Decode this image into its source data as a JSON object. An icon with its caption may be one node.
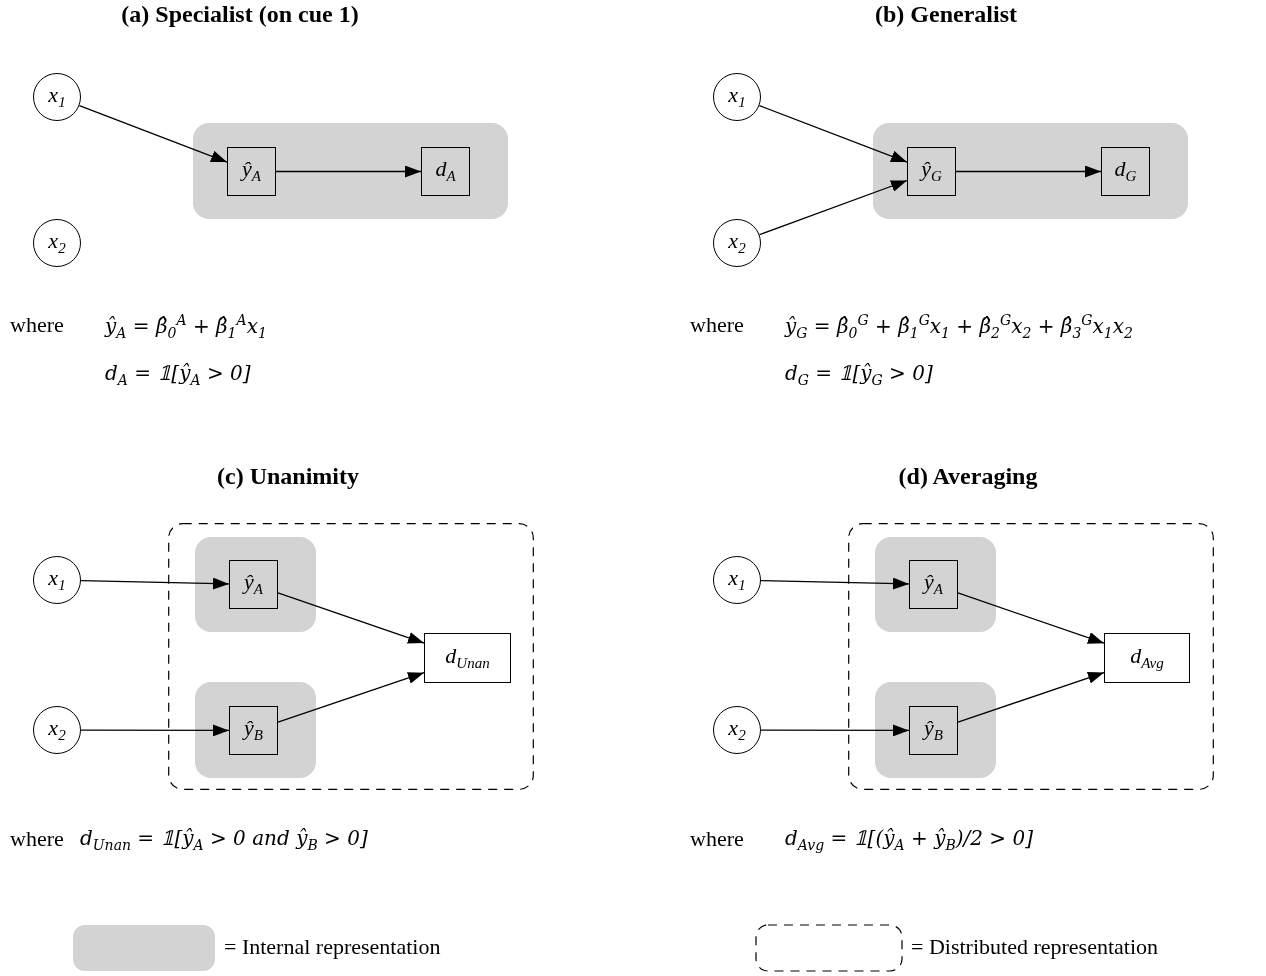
{
  "diagram": {
    "nodes": [
      {
        "text": [
          "x$_{1}$"
        ]
      },
      {
        "text": [
          "x$_{2}$"
        ]
      },
      {
        "text": [],
        "shape": "band"
      },
      {
        "text": [
          "ŷ$_{A}$"
        ],
        "in": 2
      },
      {
        "text": [
          "d$_{A}$"
        ],
        "in": 2
      },
      {
        "text": [
          "x$_{1}$"
        ]
      },
      {
        "text": [
          "x$_{2}$"
        ]
      },
      {
        "text": [],
        "shape": "band"
      },
      {
        "text": [
          "ŷ$_{G}$"
        ],
        "in": 7
      },
      {
        "text": [
          "d$_{G}$"
        ],
        "in": 7
      },
      {
        "text": [
          "x$_{1}$"
        ]
      },
      {
        "text": [
          "x$_{2}$"
        ]
      },
      {
        "text": [],
        "shape": "box"
      },
      {
        "text": [],
        "shape": "band",
        "in": 12
      },
      {
        "text": [
          "ŷ$_{A}$"
        ],
        "in": 13
      },
      {
        "text": [],
        "shape": "band",
        "in": 12
      },
      {
        "text": [
          "ŷ$_{B}$"
        ],
        "in": 15
      },
      {
        "text": [
          "d$_{Unan}$"
        ],
        "in": 12
      },
      {
        "text": [
          "x$_{1}$"
        ]
      },
      {
        "text": [
          "x$_{2}$"
        ]
      },
      {
        "text": [],
        "shape": "box"
      },
      {
        "text": [],
        "shape": "band",
        "in": 20
      },
      {
        "text": [
          "ŷ$_{A}$"
        ],
        "in": 21
      },
      {
        "text": [],
        "shape": "band",
        "in": 20
      },
      {
        "text": [
          "ŷ$_{B}$"
        ],
        "in": 23
      },
      {
        "text": [
          "d$_{Avg}$"
        ],
        "in": 20
      }
    ],
    "edges": [
      {
        "from": 0,
        "to": 3,
        "arrow": "to"
      },
      {
        "from": 3,
        "to": 4,
        "arrow": "to"
      },
      {
        "from": 5,
        "to": 8,
        "arrow": "to"
      },
      {
        "from": 6,
        "to": 8,
        "arrow": "to"
      },
      {
        "from": 8,
        "to": 9,
        "arrow": "to"
      },
      {
        "from": 10,
        "to": 14,
        "arrow": "to"
      },
      {
        "from": 11,
        "to": 16,
        "arrow": "to"
      },
      {
        "from": 14,
        "to": 17,
        "arrow": "to"
      },
      {
        "from": 16,
        "to": 17,
        "arrow": "to"
      },
      {
        "from": 18,
        "to": 22,
        "arrow": "to"
      },
      {
        "from": 19,
        "to": 24,
        "arrow": "to"
      },
      {
        "from": 22,
        "to": 25,
        "arrow": "to"
      },
      {
        "from": 24,
        "to": 25,
        "arrow": "to"
      }
    ],
    "labels": [
      "(a) Specialist (on cue 1)",
      "(b) Generalist",
      "where",
      "ŷ$_{A}$ = β̂$_{0}$$^{A}$ + β̂$_{1}$$^{A}$x$_{1}$",
      "where",
      "ŷ$_{G}$ = β̂$_{0}$$^{G}$ + β̂$_{1}$$^{G}$x$_{1}$ + β̂$_{2}$$^{G}$x$_{2}$ + β̂$_{3}$$^{G}$x$_{1}$x$_{2}$",
      "d$_{A}$ = 𝟙[ŷ$_{A}$ > 0]",
      "d$_{G}$ = 𝟙[ŷ$_{G}$ > 0]",
      "(c) Unanimity",
      "(d) Averaging",
      "where",
      "d$_{Unan}$ = 𝟙[ŷ$_{A}$ > 0 and ŷ$_{B}$ > 0]",
      "where",
      "d$_{Avg}$ = 𝟙[(ŷ$_{A}$ + ŷ$_{B}$)/2 > 0]"
    ],
    "legend": [
      {
        "text": "= Internal representation",
        "color": "#d3d3d3"
      },
      {
        "text": "= Distributed representation"
      }
    ]
  }
}
